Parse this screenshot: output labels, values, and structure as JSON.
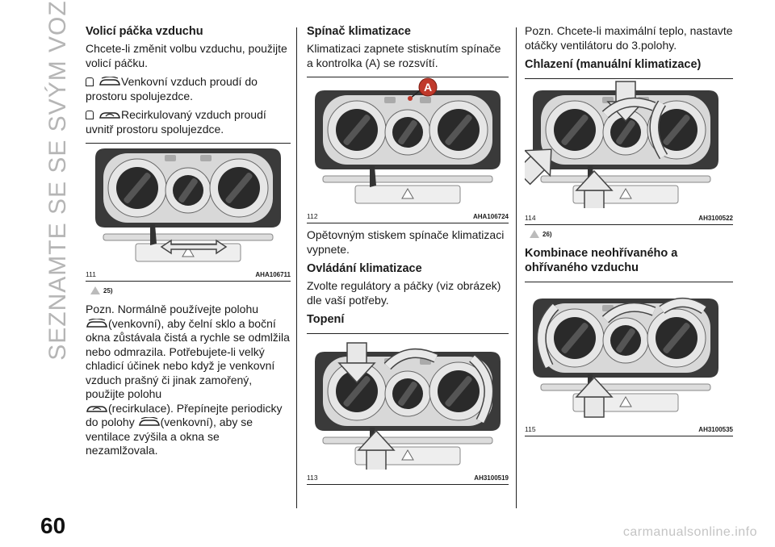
{
  "side_title": "SEZNAMTE SE SE SVÝM VOZEM",
  "page_number": "60",
  "watermark": "carmanualsonline.info",
  "col1": {
    "heading": "Volicí páčka vzduchu",
    "intro": "Chcete-li změnit volbu vzduchu, použijte volicí páčku.",
    "item1": "Venkovní vzduch proudí do prostoru spolujezdce.",
    "item2": "Recirkulovaný vzduch proudí uvnitř prostoru spolujezdce.",
    "fig_num": "111",
    "fig_code": "AHA106711",
    "note_ref": "25)",
    "pozn_a": "Pozn.  Normálně používejte polohu",
    "pozn_b": "(venkovní), aby čelní sklo a boční okna zůstávala čistá a rychle se odmlžila nebo odmrazila. Potřebujete-li velký chladicí účinek nebo když je venkovní vzduch prašný či jinak zamořený, použijte polohu",
    "pozn_c": "(recirkulace). Přepínejte periodicky do polohy",
    "pozn_d": "(venkovní), aby se ventilace zvýšila a okna se nezamlžovala."
  },
  "col2": {
    "heading": "Spínač klimatizace",
    "text": "Klimatizaci zapnete stisknutím spínače a kontrolka (A) se rozsvítí.",
    "fig1_num": "112",
    "fig1_code": "AHA106724",
    "fig1_label": "A",
    "text2": "Opětovným stiskem spínače klimatizaci vypnete.",
    "heading2": "Ovládání klimatizace",
    "text3": "Zvolte regulátory a páčky (viz obrázek) dle vaší potřeby.",
    "heading3": "Topení",
    "fig2_num": "113",
    "fig2_code": "AH3100519"
  },
  "col3": {
    "text": "Pozn.  Chcete-li maximální teplo, nastavte otáčky ventilátoru do 3.polohy.",
    "heading": "Chlazení (manuální klimatizace)",
    "fig1_num": "114",
    "fig1_code": "AH3100522",
    "note_ref": "26)",
    "heading2": "Kombinace neohřívaného a ohřívaného vzduchu",
    "fig2_num": "115",
    "fig2_code": "AH3100535"
  }
}
